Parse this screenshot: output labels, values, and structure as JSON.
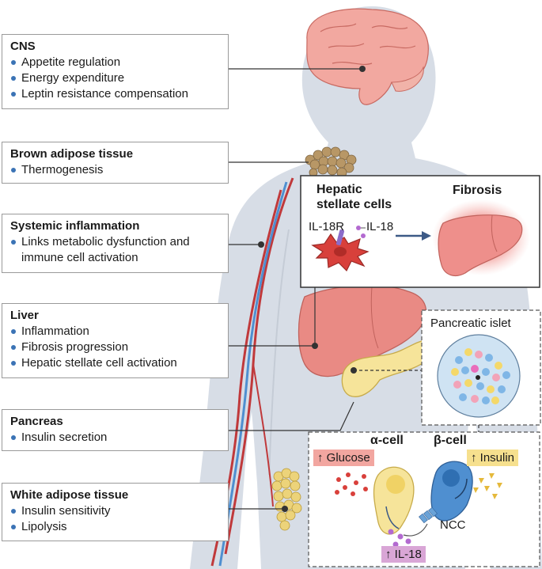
{
  "boxes": [
    {
      "title": "CNS",
      "items": [
        "Appetite regulation",
        "Energy expenditure",
        "Leptin resistance compensation"
      ]
    },
    {
      "title": "Brown adipose tissue",
      "items": [
        "Thermogenesis"
      ]
    },
    {
      "title": "Systemic inflammation",
      "items": [
        "Links metabolic dysfunction and immune cell activation"
      ]
    },
    {
      "title": "Liver",
      "items": [
        "Inflammation",
        "Fibrosis progression",
        "Hepatic stellate cell activation"
      ]
    },
    {
      "title": "Pancreas",
      "items": [
        "Insulin secretion"
      ]
    },
    {
      "title": "White adipose tissue",
      "items": [
        "Insulin sensitivity",
        "Lipolysis"
      ]
    }
  ],
  "liver_inset": {
    "cells_title_line1": "Hepatic",
    "cells_title_line2": "stellate cells",
    "fibrosis_title": "Fibrosis",
    "receptor_label": "IL-18R",
    "ligand_label": "IL-18"
  },
  "islet_inset": {
    "title": "Pancreatic islet"
  },
  "pancreas_inset": {
    "alpha_label": "α-cell",
    "beta_label": "β-cell",
    "glucose_tag": "↑ Glucose",
    "insulin_tag": "↑ Insulin",
    "il18_tag": "↑ IL-18",
    "ncc_label": "NCC"
  },
  "colors": {
    "body": "#d7dde6",
    "brain": "#f2a8a0",
    "liver": "#e98a84",
    "pancreas": "#f6e49a",
    "bat": "#b89766",
    "wat": "#ecd37a",
    "artery": "#c0393b",
    "vein": "#4f8fd0",
    "glucose_tag": "#f2a6a0",
    "insulin_tag": "#f6e08e",
    "il18_tag": "#d9a6d6",
    "bullet": "#3b73b5"
  }
}
